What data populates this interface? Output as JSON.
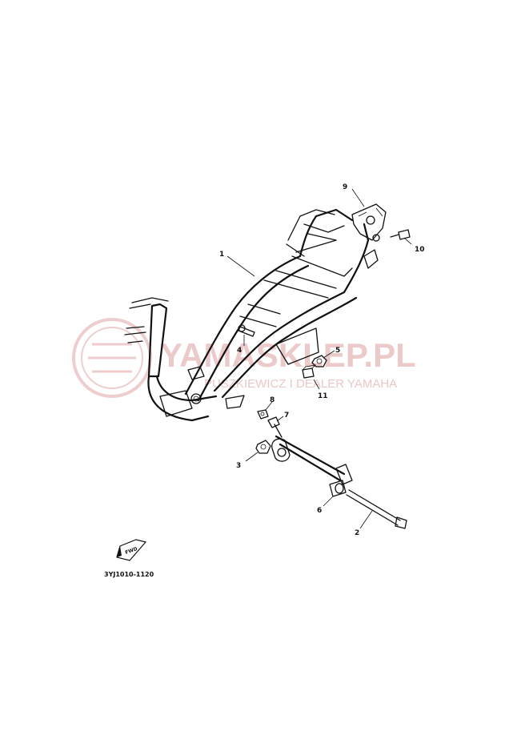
{
  "watermark": {
    "brand": "YAMASKLEP.PL",
    "subtitle": "PUSZKIEWICZ I DEALER YAMAHA",
    "color": "#e6b9b9"
  },
  "callouts": [
    {
      "id": "1",
      "label": "1"
    },
    {
      "id": "2",
      "label": "2"
    },
    {
      "id": "3",
      "label": "3"
    },
    {
      "id": "4",
      "label": "4"
    },
    {
      "id": "5",
      "label": "5"
    },
    {
      "id": "6",
      "label": "6"
    },
    {
      "id": "7",
      "label": "7"
    },
    {
      "id": "8",
      "label": "8"
    },
    {
      "id": "9",
      "label": "9"
    },
    {
      "id": "10",
      "label": "10"
    },
    {
      "id": "11",
      "label": "11"
    }
  ],
  "fwd_label": "FWD",
  "diagram_code": "3YJ1010-1120"
}
